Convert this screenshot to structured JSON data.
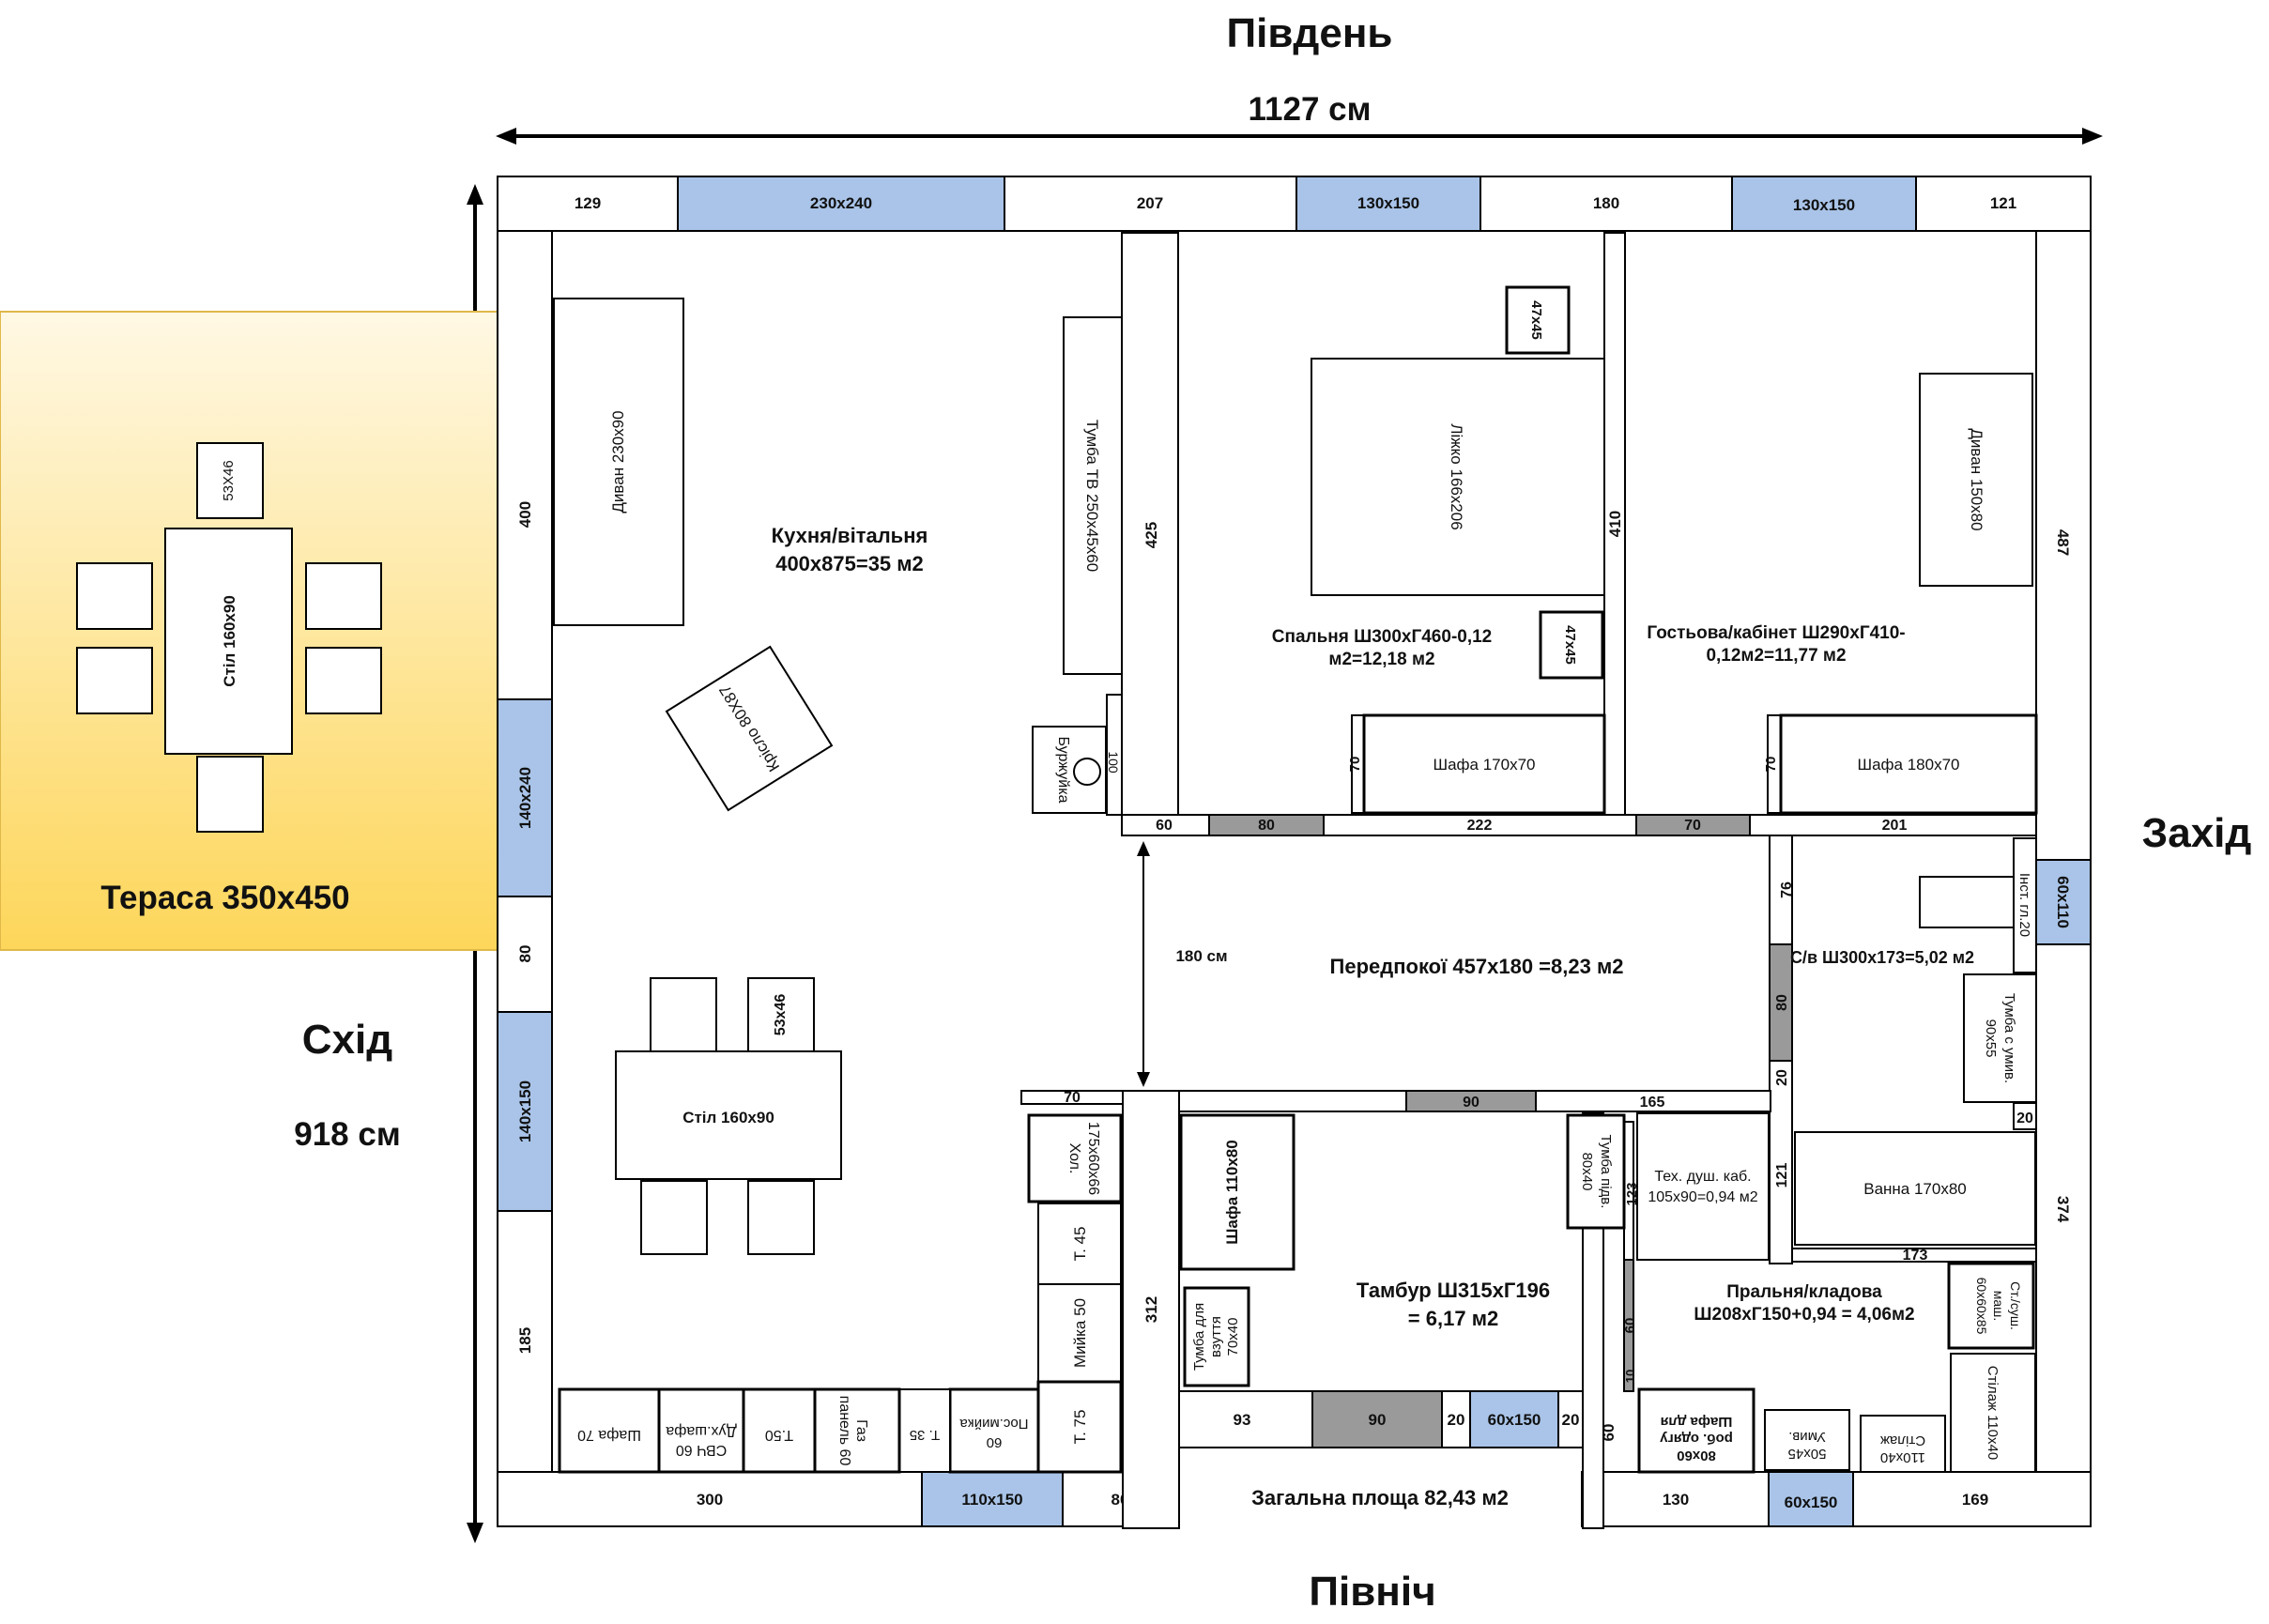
{
  "compass": {
    "south": "Південь",
    "north": "Північ",
    "east": "Схід",
    "west": "Захід"
  },
  "dimensions": {
    "width_total": "1127 см",
    "depth_total": "918 см",
    "corridor_width": "180  см"
  },
  "total_area": "Загальна площа 82,43 м2",
  "terrace": {
    "label": "Тераса 350х450",
    "table": "Стіл 160х90",
    "stool": "53Х46"
  },
  "rooms": {
    "kitchen": [
      "Кухня/вітальня",
      "400х875=35 м2"
    ],
    "bedroom": [
      "Спальня Ш300хГ460-0,12",
      "м2=12,18 м2"
    ],
    "guest": [
      "Гостьова/кабінет Ш290хГ410-",
      "0,12м2=11,77 м2"
    ],
    "hall": "Передпокої 457х180 =8,23 м2",
    "bath": "С/в Ш300х173=5,02 м2",
    "tambur": [
      "Тамбур Ш315хГ196",
      "= 6,17 м2"
    ],
    "laundry": [
      "Пральня/кладова",
      "Ш208хГ150+0,94 = 4,06м2"
    ],
    "shower": [
      "Тех. душ. каб.",
      "105х90=0,94 м2"
    ]
  },
  "furniture": {
    "sofa_kitchen": "Диван 230х90",
    "tv_stand": "Тумба ТВ 250х45х60",
    "armchair": "Крісло 80Х87",
    "stove": "Буржуйка",
    "stove_dim": "100",
    "bed": "Ліжко 166х206",
    "nightstand": "47х45",
    "wardrobe_bedroom": "Шафа 170х70",
    "sofa_guest": "Диван 150х80",
    "wardrobe_guest": "Шафа 180х70",
    "dining_table": "Стіл 160х90",
    "dining_stool": "53х46",
    "fridge": [
      "Хол.",
      "175х60х66"
    ],
    "t45": "Т. 45",
    "sink50": "Мийка 50",
    "t75": "Т. 75",
    "dishwasher": [
      "Пос.мийка",
      "60"
    ],
    "t35": "Т. 35",
    "gas": [
      "Газ",
      "панель 60"
    ],
    "t50": "Т.50",
    "oven": [
      "Дух.шафа",
      "СВЧ 60"
    ],
    "cab70": "Шафа 70",
    "wardrobe_tambur": "Шафа 110х80",
    "shoe_cabinet": [
      "Тумба для",
      "взуття",
      "70х40"
    ],
    "sink_cabinet": [
      "Тумба підв.",
      "80х40"
    ],
    "workwear": [
      "Шафа для",
      "роб. одягу",
      "80х60"
    ],
    "washbasin": [
      "Умив.",
      "50х45"
    ],
    "rack": [
      "Стілаж",
      "110х40"
    ],
    "rack_tall": "Стілаж 110х40",
    "washer": [
      "Ст./суш.",
      "маш.",
      "60х60х85"
    ],
    "bathtub": "Ванна 170х80",
    "bath_cabinet": [
      "Тумба с умив.",
      "90х55"
    ],
    "installation": "Інст. гл.20"
  },
  "top_wall": [
    "129",
    "230х240",
    "207",
    "130х150",
    "180",
    "130х150",
    "121"
  ],
  "left_wall": [
    "400",
    "140х240",
    "80",
    "140х150",
    "185"
  ],
  "right_wall": [
    "487",
    "60х110",
    "374"
  ],
  "bottom_wall": [
    "300",
    "110х150",
    "80",
    "130",
    "60х150",
    "169"
  ],
  "interior_labels": {
    "d425": "425",
    "d410": "410",
    "d60": "60",
    "d80": "80",
    "d222": "222",
    "d70": "70",
    "d201": "201",
    "d70_bed": "70",
    "d70_guest": "70",
    "d76": "76",
    "d80v": "80",
    "d20": "20",
    "d121": "121",
    "d20b": "20",
    "d173": "173",
    "d70_top": "70",
    "d90": "90",
    "d165": "165",
    "d312": "312",
    "d123": "123",
    "d60v": "60",
    "d10": "10",
    "d93": "93",
    "d90b": "90",
    "d20c": "20",
    "d60x150": "60х150",
    "d20d": "20",
    "d60b": "60"
  },
  "colors": {
    "window": "#a9c4e8",
    "door": "#9a9a9a",
    "terrace_top": "#fff8e4",
    "terrace_bottom": "#fdd65a"
  }
}
